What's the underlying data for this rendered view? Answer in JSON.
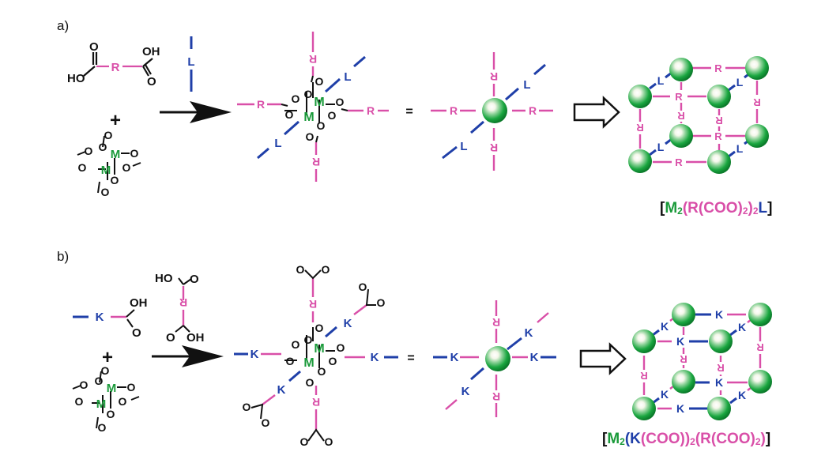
{
  "colors": {
    "R": "#d94fa8",
    "L": "#1f3fa8",
    "K": "#1f3fa8",
    "M": "#1a9a3a",
    "black": "#111111",
    "node": "#1aa640"
  },
  "panels": [
    {
      "label": "a)",
      "reactant_acid": {
        "OH_top": "OH",
        "HO_bottom": "HO",
        "R": "R",
        "O": "O"
      },
      "ligand": "L",
      "plus": "+",
      "paddlewheel_metal": "M",
      "paddlewheel_oxygen": "O",
      "equals": "=",
      "linker_R": "R",
      "linker_L": "L",
      "formula": {
        "open": "[",
        "metal": "M",
        "metal_sub": "2",
        "part1": "(R(COO)",
        "part1_sub": "2",
        "part2": ")",
        "part2_sub": "2",
        "ligand": "L",
        "close": "]"
      }
    },
    {
      "label": "b)",
      "reactant_acid": {
        "OH_top": "OH",
        "HO": "HO",
        "OH_bottom": "OH",
        "R": "R",
        "O": "O"
      },
      "ligand": "K",
      "plus": "+",
      "paddlewheel_metal": "M",
      "paddlewheel_oxygen": "O",
      "equals": "=",
      "linker_R": "R",
      "linker_K": "K",
      "formula": {
        "open": "[",
        "metal": "M",
        "metal_sub": "2",
        "open2": "(",
        "ligand": "K",
        "part1": "(COO))",
        "part1_sub": "2",
        "part2": "(R(COO)",
        "part2_sub": "2",
        "part3": ")",
        "close": "]"
      }
    }
  ]
}
